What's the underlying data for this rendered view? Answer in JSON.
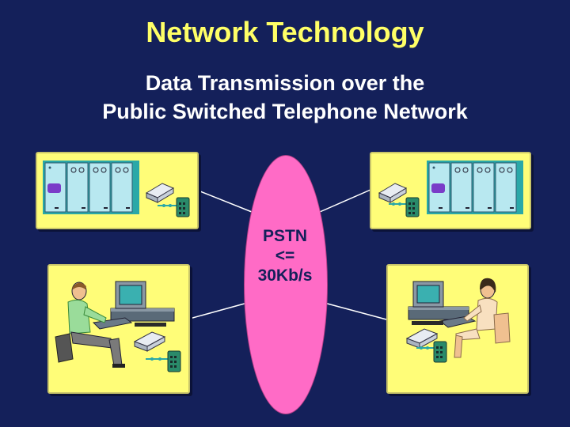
{
  "slide": {
    "title": "Network Technology",
    "subtitle_lines": [
      "Data Transmission over the",
      "Public Switched Telephone Network"
    ]
  },
  "network": {
    "label_lines": [
      "PSTN",
      "<=",
      "30Kb/s"
    ]
  },
  "colors": {
    "background": "#14205a",
    "title": "#ffff66",
    "subtitle": "#ffffff",
    "panel": "#fffd78",
    "network_ellipse": "#ff6bc6",
    "server_rack": "#b8e8f0",
    "link_lines": "#ffffff"
  },
  "icons": [
    "server-rack-icon",
    "modem-icon",
    "telephone-icon",
    "workstation-icon",
    "person-male-icon",
    "person-female-icon"
  ]
}
